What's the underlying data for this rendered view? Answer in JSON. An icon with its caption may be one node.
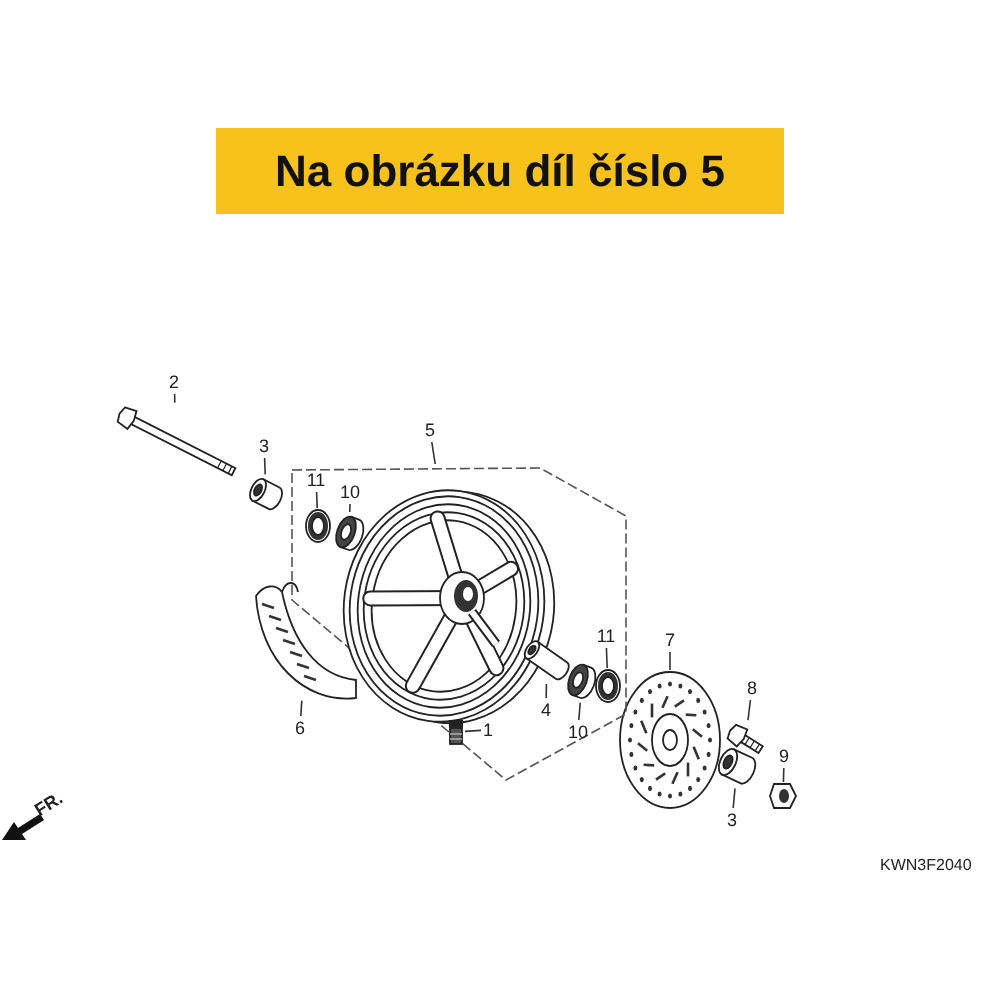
{
  "diagram": {
    "title": "Na obrázku díl číslo 5",
    "nodes": [
      {
        "text": [
          "2"
        ]
      },
      {
        "text": [
          "3"
        ]
      },
      {
        "text": [
          "11"
        ],
        "in": 18
      },
      {
        "text": [
          "10"
        ],
        "in": 18
      },
      {
        "text": [
          "5"
        ]
      },
      {
        "text": [
          "6"
        ]
      },
      {
        "text": [
          "1"
        ],
        "in": 18
      },
      {
        "text": [
          "4"
        ],
        "in": 18
      },
      {
        "text": [
          "10"
        ],
        "in": 18
      },
      {
        "text": [
          "11"
        ],
        "in": 18
      },
      {
        "text": [
          "7"
        ]
      },
      {
        "text": [
          "8"
        ]
      },
      {
        "text": [
          "3"
        ]
      },
      {
        "text": [
          "9"
        ]
      },
      {
        "text": [],
        "shape": "picture"
      },
      {
        "text": [],
        "shape": "picture"
      },
      {
        "text": [],
        "shape": "picture",
        "in": 18
      },
      {
        "text": [],
        "shape": "picture",
        "in": 18
      },
      {
        "text": [],
        "shape": "picture"
      },
      {
        "text": [],
        "shape": "picture"
      },
      {
        "text": [],
        "shape": "picture",
        "in": 18
      },
      {
        "text": [],
        "shape": "picture",
        "in": 18
      },
      {
        "text": [],
        "shape": "picture",
        "in": 18
      },
      {
        "text": [],
        "shape": "picture",
        "in": 18
      },
      {
        "text": [],
        "shape": "picture"
      },
      {
        "text": [],
        "shape": "picture"
      },
      {
        "text": [],
        "shape": "picture"
      },
      {
        "text": [],
        "shape": "picture"
      }
    ],
    "edges": [
      {
        "from": 0,
        "to": 14,
        "arrow": "none"
      },
      {
        "from": 1,
        "to": 15,
        "arrow": "none"
      },
      {
        "from": 2,
        "to": 16,
        "arrow": "none"
      },
      {
        "from": 3,
        "to": 17,
        "arrow": "none"
      },
      {
        "from": 4,
        "to": 18,
        "arrow": "none"
      },
      {
        "from": 5,
        "to": 19,
        "arrow": "none"
      },
      {
        "from": 6,
        "to": 20,
        "arrow": "none"
      },
      {
        "from": 7,
        "to": 21,
        "arrow": "none"
      },
      {
        "from": 8,
        "to": 22,
        "arrow": "none"
      },
      {
        "from": 9,
        "to": 23,
        "arrow": "none"
      },
      {
        "from": 10,
        "to": 24,
        "arrow": "none"
      },
      {
        "from": 11,
        "to": 25,
        "arrow": "none"
      },
      {
        "from": 12,
        "to": 26,
        "arrow": "none"
      },
      {
        "from": 13,
        "to": 27,
        "arrow": "none"
      }
    ],
    "labels": [
      "FR.",
      "KWN3F2040"
    ]
  }
}
